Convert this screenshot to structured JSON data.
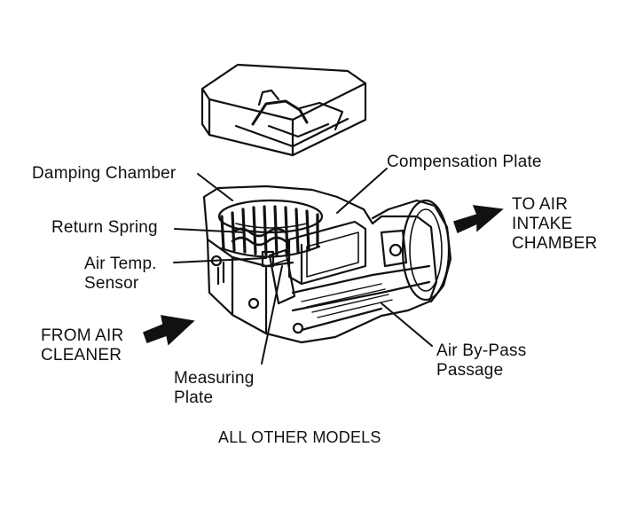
{
  "diagram": {
    "labels": {
      "damping_chamber": "Damping Chamber",
      "compensation_plate": "Compensation Plate",
      "return_spring": "Return Spring",
      "air_temp_line1": "Air Temp.",
      "air_temp_line2": "Sensor",
      "to_air_line1": "TO AIR",
      "to_air_line2": "INTAKE",
      "to_air_line3": "CHAMBER",
      "from_air_line1": "FROM AIR",
      "from_air_line2": "CLEANER",
      "measuring_line1": "Measuring",
      "measuring_line2": "Plate",
      "bypass_line1": "Air By-Pass",
      "bypass_line2": "Passage"
    },
    "caption": "ALL OTHER MODELS"
  }
}
